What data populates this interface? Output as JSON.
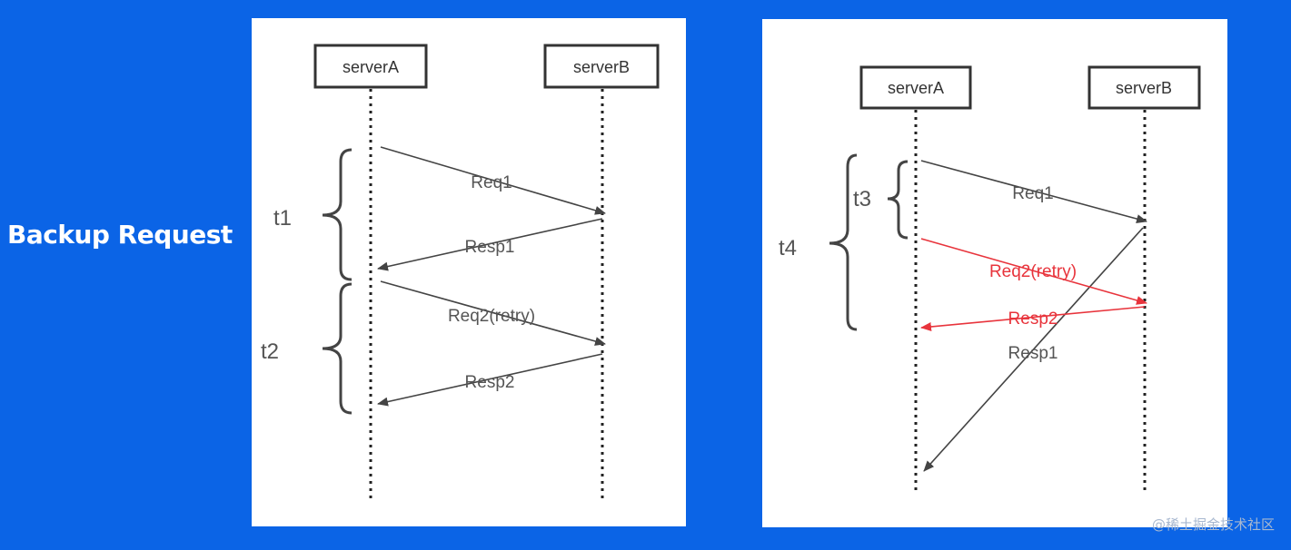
{
  "title": "Backup Request",
  "left_diagram": {
    "participants": [
      "serverA",
      "serverB"
    ],
    "messages": [
      {
        "label": "Req1",
        "from": "serverA",
        "to": "serverB"
      },
      {
        "label": "Resp1",
        "from": "serverB",
        "to": "serverA"
      },
      {
        "label": "Req2(retry)",
        "from": "serverA",
        "to": "serverB"
      },
      {
        "label": "Resp2",
        "from": "serverB",
        "to": "serverA"
      }
    ],
    "intervals": [
      "t1",
      "t2"
    ]
  },
  "right_diagram": {
    "participants": [
      "serverA",
      "serverB"
    ],
    "messages": [
      {
        "label": "Req1",
        "from": "serverA",
        "to": "serverB",
        "color": "#444444"
      },
      {
        "label": "Req2(retry)",
        "from": "serverA",
        "to": "serverB",
        "color": "#e8343c"
      },
      {
        "label": "Resp2",
        "from": "serverB",
        "to": "serverA",
        "color": "#e8343c"
      },
      {
        "label": "Resp1",
        "from": "serverB",
        "to": "serverA",
        "color": "#444444"
      }
    ],
    "intervals": [
      "t3",
      "t4"
    ]
  },
  "colors": {
    "background": "#0b64e6",
    "panel": "#ffffff",
    "retry": "#e8343c"
  },
  "watermark": "@稀土掘金技术社区"
}
